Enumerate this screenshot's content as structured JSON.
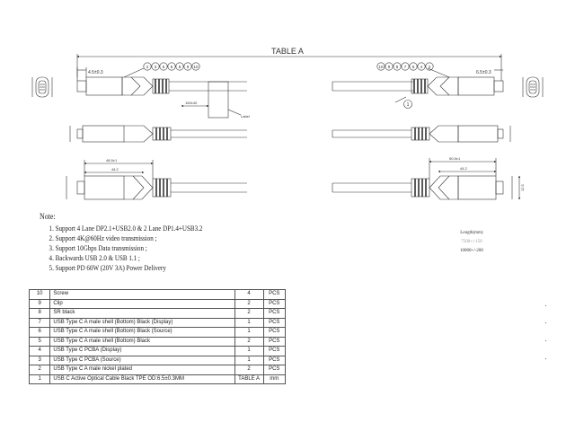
{
  "drawing": {
    "table_a_label": "TABLE A",
    "dim_left_top": "4.5±0.3",
    "dim_right_top": "6.5±0.3",
    "dim_label_length": "150±40",
    "label_text": "Label",
    "dim_left_mid_width": "48.5±1",
    "dim_left_mid_inner": "44.2",
    "dim_right_mid_width": "50.5±1",
    "dim_right_mid_inner": "44.2",
    "dim_right_height": "12.5",
    "balloons_left": [
      "2",
      "3",
      "5",
      "6",
      "8",
      "9",
      "10"
    ],
    "balloons_right": [
      "10",
      "9",
      "8",
      "7",
      "6",
      "4",
      "2"
    ],
    "balloon_single": "1"
  },
  "notes": {
    "title": "Note:",
    "lines": [
      "1. Support 4 Lane DP2.1+USB2.0 & 2 Lane DP1.4+USB3.2",
      "2. Support 4K@60Hz video transmission ;",
      "3. Support 10Gbps Data transmission ;",
      "4. Backwards USB 2.0 & USB 1.1 ;",
      "5. Support PD 60W (20V 3A) Power Delivery"
    ]
  },
  "length_table": {
    "header": "Length(mm)",
    "row1": "7500+/-150",
    "row2": "10000+/-200"
  },
  "bom": [
    {
      "no": "10",
      "desc": "Screw",
      "qty": "4",
      "unit": "PCS"
    },
    {
      "no": "9",
      "desc": "Clip",
      "qty": "2",
      "unit": "PCS"
    },
    {
      "no": "8",
      "desc": "SR black",
      "qty": "2",
      "unit": "PCS"
    },
    {
      "no": "7",
      "desc": "USB Type C A male shell (Bottom) Black (Display)",
      "qty": "1",
      "unit": "PCS"
    },
    {
      "no": "6",
      "desc": "USB Type C A male shell (Bottom) Black (Source)",
      "qty": "1",
      "unit": "PCS"
    },
    {
      "no": "5",
      "desc": "USB Type C A male shell (Bottom) Black",
      "qty": "2",
      "unit": "PCS"
    },
    {
      "no": "4",
      "desc": "USB Type C PCBA (Display)",
      "qty": "1",
      "unit": "PCS"
    },
    {
      "no": "3",
      "desc": "USB Type C PCBA (Source)",
      "qty": "1",
      "unit": "PCS"
    },
    {
      "no": "2",
      "desc": "USB Type C A male nickel plated",
      "qty": "2",
      "unit": "PCS"
    },
    {
      "no": "1",
      "desc": "USB C Active Optical Cable Black TPE OD:6.5±0.3MM",
      "qty": "TABLE A",
      "unit": "mm"
    }
  ]
}
